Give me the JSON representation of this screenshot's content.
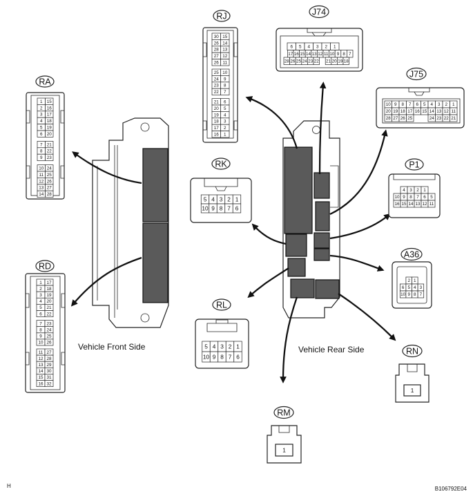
{
  "connectors": {
    "RJ": {
      "label": "RJ",
      "pins": [
        [
          "30",
          "15"
        ],
        [
          "26",
          "14"
        ],
        [
          "28",
          "13"
        ],
        [
          "27",
          "12"
        ],
        [
          "26",
          "11"
        ],
        [
          "25",
          "10"
        ],
        [
          "24",
          "9"
        ],
        [
          "23",
          "8"
        ],
        [
          "22",
          "7"
        ],
        [
          "21",
          "6"
        ],
        [
          "20",
          "5"
        ],
        [
          "19",
          "4"
        ],
        [
          "18",
          "3"
        ],
        [
          "17",
          "2"
        ],
        [
          "16",
          "1"
        ]
      ]
    },
    "J74": {
      "label": "J74",
      "rows": [
        [
          "6",
          "5",
          "4",
          "3",
          "2",
          "1"
        ],
        [
          "17",
          "16",
          "15",
          "14",
          "13",
          "12",
          "11",
          "10",
          "9",
          "8",
          "7"
        ],
        [
          "28",
          "26",
          "25",
          "24",
          "23",
          "22",
          "21",
          "20",
          "19",
          "18"
        ]
      ]
    },
    "RA": {
      "label": "RA",
      "pins": [
        [
          "1",
          "15"
        ],
        [
          "2",
          "16"
        ],
        [
          "3",
          "17"
        ],
        [
          "4",
          "18"
        ],
        [
          "5",
          "19"
        ],
        [
          "6",
          "20"
        ],
        [
          "7",
          "21"
        ],
        [
          "8",
          "22"
        ],
        [
          "9",
          "23"
        ],
        [
          "10",
          "24"
        ],
        [
          "11",
          "25"
        ],
        [
          "12",
          "26"
        ],
        [
          "13",
          "27"
        ],
        [
          "14",
          "28"
        ]
      ]
    },
    "J75": {
      "label": "J75",
      "rows": [
        [
          "10",
          "9",
          "8",
          "7",
          "6",
          "5",
          "4",
          "3",
          "2",
          "1"
        ],
        [
          "20",
          "19",
          "18",
          "17",
          "16",
          "15",
          "14",
          "13",
          "12",
          "11"
        ],
        [
          "28",
          "27",
          "26",
          "25",
          "24",
          "23",
          "22",
          "21"
        ]
      ]
    },
    "RK": {
      "label": "RK",
      "rows": [
        [
          "5",
          "4",
          "3",
          "2",
          "1"
        ],
        [
          "10",
          "9",
          "8",
          "7",
          "6"
        ]
      ]
    },
    "P1": {
      "label": "P1",
      "rows": [
        [
          "4",
          "3",
          "2",
          "1"
        ],
        [
          "10",
          "9",
          "8",
          "7",
          "6",
          "5"
        ],
        [
          "16",
          "15",
          "14",
          "13",
          "12",
          "11"
        ]
      ]
    },
    "A36": {
      "label": "A36",
      "rows": [
        [
          "2",
          "1"
        ],
        [
          "6",
          "5",
          "4",
          "3"
        ],
        [
          "10",
          "9",
          "8",
          "7"
        ]
      ]
    },
    "RD": {
      "label": "RD",
      "pins": [
        [
          "1",
          "17"
        ],
        [
          "2",
          "18"
        ],
        [
          "3",
          "19"
        ],
        [
          "4",
          "20"
        ],
        [
          "5",
          "21"
        ],
        [
          "6",
          "22"
        ],
        [
          "7",
          "23"
        ],
        [
          "8",
          "24"
        ],
        [
          "9",
          "25"
        ],
        [
          "10",
          "26"
        ],
        [
          "11",
          "27"
        ],
        [
          "12",
          "28"
        ],
        [
          "13",
          "29"
        ],
        [
          "14",
          "30"
        ],
        [
          "15",
          "31"
        ],
        [
          "16",
          "32"
        ]
      ]
    },
    "RL": {
      "label": "RL",
      "rows": [
        [
          "5",
          "4",
          "3",
          "2",
          "1"
        ],
        [
          "10",
          "9",
          "8",
          "7",
          "6"
        ]
      ]
    },
    "RN": {
      "label": "RN",
      "pin": "1"
    },
    "RM": {
      "label": "RM",
      "pin": "1"
    }
  },
  "labels": {
    "front": "Vehicle Front Side",
    "rear": "Vehicle Rear Side"
  },
  "footer": {
    "left": "H",
    "right": "B106792E04"
  },
  "colors": {
    "block": "#5a5a5a",
    "line": "#222222"
  }
}
